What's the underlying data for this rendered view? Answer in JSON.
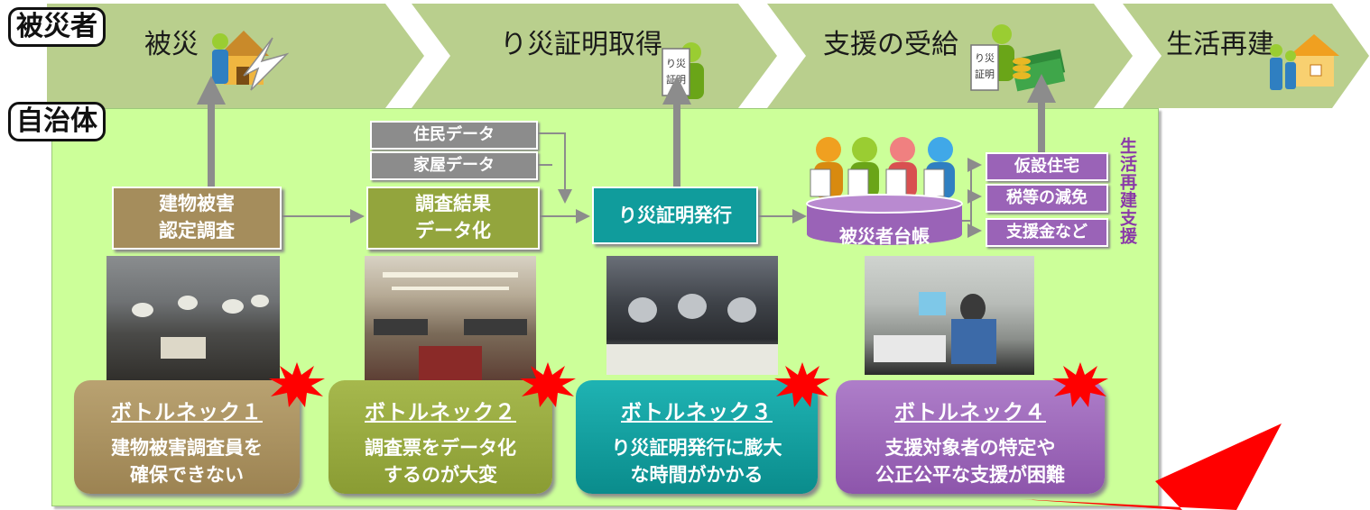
{
  "roles": {
    "victim": "被災者",
    "municipality": "自治体"
  },
  "stages": [
    {
      "label": "被災"
    },
    {
      "label": "り災証明取得"
    },
    {
      "label": "支援の受給"
    },
    {
      "label": "生活再建"
    }
  ],
  "cert_icon_text": "り災\n証明",
  "process": {
    "step1": "建物被害\n認定調査",
    "step2": "調査結果\nデータ化",
    "step3": "り災証明発行",
    "ledger": "被災者台帳",
    "resident_data": "住民データ",
    "house_data": "家屋データ",
    "support_items": [
      "仮設住宅",
      "税等の減免",
      "支援金など"
    ],
    "support_vertical": "生活再建支援"
  },
  "bottlenecks": [
    {
      "title": "ボトルネック１",
      "desc": "建物被害調査員を\n確保できない",
      "color": "#a58d5c"
    },
    {
      "title": "ボトルネック２",
      "desc": "調査票をデータ化\nするのが大変",
      "color": "#93a53d"
    },
    {
      "title": "ボトルネック３",
      "desc": "り災証明発行に膨大\nな時間がかかる",
      "color": "#109c9c"
    },
    {
      "title": "ボトルネック４",
      "desc": "支援対象者の特定や\n公正公平な支援が困難",
      "color": "#9a63b7"
    }
  ],
  "colors": {
    "chevron": "#b6cc8c",
    "panel": "#ccff99",
    "step1": "#a58d5c",
    "step2": "#93a53d",
    "step3": "#109c9c",
    "ledger": "#9a63b7",
    "star": "#ff0000",
    "arrow": "#8c8c8c"
  },
  "icons": [
    "disaster-house-icon",
    "person-certificate-icon",
    "person-money-icon",
    "family-house-icon",
    "people-group-icon",
    "explosion-star-icon"
  ]
}
